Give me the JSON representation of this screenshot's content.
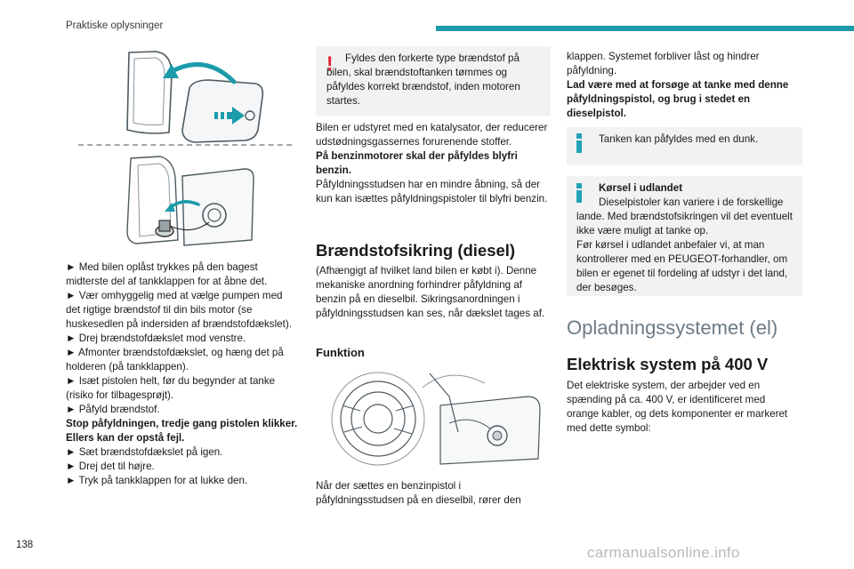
{
  "header": {
    "title": "Praktiske oplysninger",
    "accent_color": "#1c9bab"
  },
  "page_number": "138",
  "col1": {
    "steps": [
      "► Med bilen oplåst trykkes på den bagest midterste del af tankklappen for at åbne det.",
      "► Vær omhyggelig med at vælge pumpen med det rigtige brændstof til din bils motor (se huskesedlen på indersiden af brændstofdækslet).",
      "► Drej brændstofdækslet mod venstre.",
      "► Afmonter brændstofdækslet, og hæng det på holderen (på tankklappen).",
      "► Isæt pistolen helt, før du begynder at tanke (risiko for tilbagesprøjt).",
      "► Påfyld brændstof."
    ],
    "stop_text": "Stop påfyldningen, tredje gang pistolen klikker. Ellers kan der opstå fejl.",
    "steps_after": [
      "► Sæt brændstofdækslet på igen.",
      "► Drej det til højre.",
      "► Tryk på tankklappen for at lukke den."
    ]
  },
  "col2": {
    "warning_text": "Fyldes den forkerte type brændstof på bilen, skal brændstoftanken tømmes og påfyldes korrekt brændstof, inden motoren startes.",
    "catalyst_text": "Bilen er udstyret med en katalysator, der reducerer udstødningsgassernes forurenende stoffer.",
    "petrol_bold": "På benzinmotorer skal der påfyldes blyfri benzin.",
    "petrol_text": "Påfyldningsstudsen har en mindre åbning, så der kun kan isættes påfyldningspistoler til blyfri benzin.",
    "section_title": "Brændstofsikring (diesel)",
    "section_text": "(Afhængigt af hvilket land bilen er købt i). Denne mekaniske anordning forhindrer påfyldning af benzin på en dieselbil. Sikringsanordningen i påfyldningsstudsen kan ses, når dækslet tages af.",
    "function_title": "Funktion",
    "function_text": "Når der sættes en benzinpistol i påfyldningsstudsen på en dieselbil, rører den"
  },
  "col3": {
    "cont_text": "klappen. Systemet forbliver låst og hindrer påfyldning.",
    "cont_bold": "Lad være med at forsøge at tanke med denne påfyldningspistol, og brug i stedet en dieselpistol.",
    "info1": "Tanken kan påfyldes med en dunk.",
    "info2_title": "Kørsel i udlandet",
    "info2_text": "Dieselpistoler kan variere i de forskellige lande. Med brændstofsikringen vil det eventuelt ikke være muligt at tanke op.",
    "info2_text2": "Før kørsel i udlandet anbefaler vi, at man kontrollerer med en PEUGEOT-forhandler, om bilen er egenet til fordeling af udstyr i det land, der besøges.",
    "chapter_title": "Opladningssystemet (el)",
    "big_title": "Elektrisk system på 400 V",
    "system_text": "Det elektriske system, der arbejder ved en spænding på ca. 400 V, er identificeret med orange kabler, og dets komponenter er markeret med dette symbol:"
  },
  "watermark": "carmanualsonline.info",
  "colors": {
    "warning": "#e5202e",
    "info": "#23a3b7",
    "box_bg": "#f1f2f3",
    "chapter": "#6b7b86"
  }
}
